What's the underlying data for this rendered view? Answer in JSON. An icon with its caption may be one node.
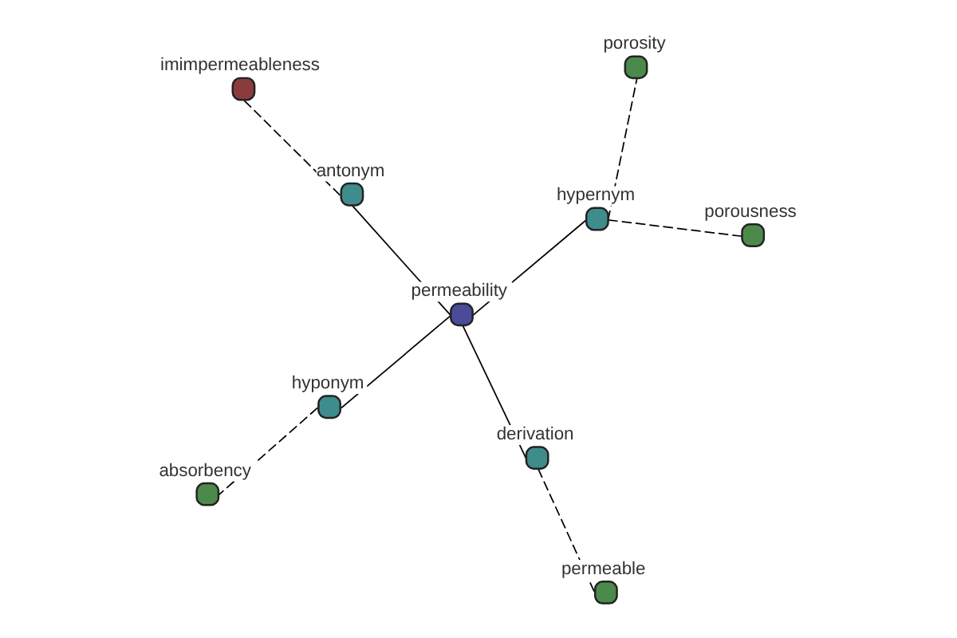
{
  "diagram": {
    "nodes": [
      {
        "text": [
          "imimpermeableness"
        ]
      },
      {
        "text": [
          "antonym"
        ]
      },
      {
        "text": [
          "permeability"
        ]
      },
      {
        "text": [
          "hypernym"
        ]
      },
      {
        "text": [
          "porosity"
        ]
      },
      {
        "text": [
          "hyponym"
        ]
      },
      {
        "text": [
          "absorbency"
        ]
      },
      {
        "text": [
          "porousness"
        ]
      },
      {
        "text": [
          "derivation"
        ]
      },
      {
        "text": [
          "permeable"
        ]
      }
    ],
    "edges": [
      {
        "from": 2,
        "to": 1,
        "arrow": "none"
      },
      {
        "from": 1,
        "to": 0,
        "arrow": "none",
        "style": "dashed"
      },
      {
        "from": 2,
        "to": 3,
        "arrow": "none"
      },
      {
        "from": 3,
        "to": 4,
        "arrow": "none",
        "style": "dashed"
      },
      {
        "from": 3,
        "to": 7,
        "arrow": "none",
        "style": "dashed"
      },
      {
        "from": 2,
        "to": 5,
        "arrow": "none"
      },
      {
        "from": 5,
        "to": 6,
        "arrow": "none",
        "style": "dashed"
      },
      {
        "from": 2,
        "to": 8,
        "arrow": "none"
      },
      {
        "from": 8,
        "to": 9,
        "arrow": "none",
        "style": "dashed"
      }
    ]
  }
}
